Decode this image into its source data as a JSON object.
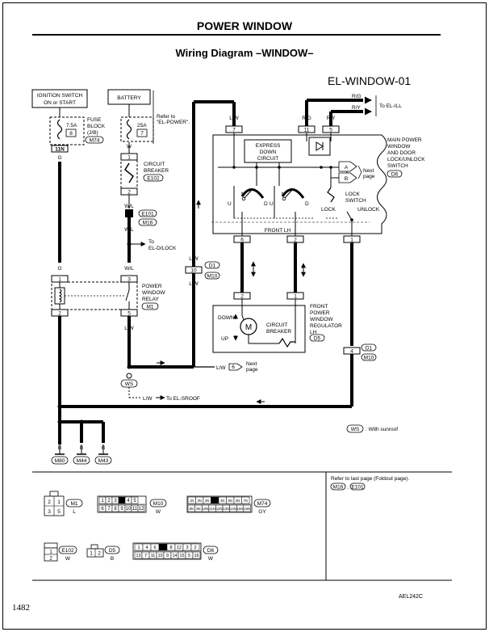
{
  "header": {
    "title": "POWER WINDOW",
    "subtitle": "Wiring Diagram –WINDOW–",
    "diagram_id": "EL-WINDOW-01"
  },
  "ignition": {
    "line1": "IGNITION SWITCH",
    "line2": "ON or START"
  },
  "battery": {
    "label": "BATTERY",
    "refer1": "Refer to",
    "refer2": "\"EL-POWER\"."
  },
  "fuse_block": {
    "l1": "FUSE",
    "l2": "BLOCK",
    "l3": "(J/B)",
    "fuse": "7.5A",
    "num": "8",
    "conn": "M74",
    "term": "11N"
  },
  "battery_fuse": {
    "rating": "25A",
    "num": "7"
  },
  "circuit_breaker": {
    "l1": "CIRCUIT",
    "l2": "BREAKER",
    "conn": "E102",
    "t1": "1",
    "t2": "2"
  },
  "relay": {
    "l1": "POWER",
    "l2": "WINDOW",
    "l3": "RELAY",
    "conn": "M1",
    "t1": "1",
    "t3": "3",
    "t2": "2",
    "t5": "5"
  },
  "main_switch": {
    "l1": "MAIN POWER",
    "l2": "WINDOW",
    "l3": "AND DOOR",
    "l4": "LOCK/UNLOCK",
    "l5": "SWITCH",
    "conn": "D6",
    "express1": "EXPRESS",
    "express2": "DOWN",
    "express3": "CIRCUIT",
    "lock1": "LOCK",
    "lock2": "SWITCH",
    "lock_pos": "LOCK",
    "unlock_pos": "UNLOCK",
    "front_lh": "FRONT LH",
    "next1": "Next",
    "next2": "page",
    "A": "A",
    "B": "B",
    "t7": "7",
    "t11": "11",
    "t5": "5",
    "t6": "6",
    "t2": "2",
    "t1": "1",
    "U": "U",
    "N": "N",
    "D": "D"
  },
  "regulator": {
    "l1": "FRONT",
    "l2": "POWER",
    "l3": "WINDOW",
    "l4": "REGULATOR",
    "l5": "LH",
    "conn": "D5",
    "down": "DOWN",
    "up": "UP",
    "cb1": "CIRCUIT",
    "cb2": "BREAKER",
    "motor": "M",
    "t2": "2",
    "t1": "1"
  },
  "wires": {
    "g": "G",
    "w": "W",
    "wl": "W/L",
    "lw": "L/W",
    "b": "B",
    "l": "L",
    "rg": "R/G",
    "ry": "R/Y",
    "to_el_ill": "To EL-ILL",
    "to_el_dlock": "EL-D/LOCK",
    "to_label": "To",
    "to_el_sroof": "To EL-SROOF",
    "next1": "Next",
    "next2": "page",
    "lw_mark": "6"
  },
  "connectors": {
    "e101": "E101",
    "m16": "M16",
    "d1": "D1",
    "m10": "M10",
    "t10": "10",
    "t4": "4",
    "ws": "WS",
    "m80": "M80",
    "m44": "M44",
    "m43": "M43"
  },
  "legend": {
    "ws": "WS",
    "ws_text": ": With sunroof",
    "refer": "Refer to last page (Foldout page).",
    "m16": "M16",
    "e101": "E101"
  },
  "views": {
    "m1": {
      "code": "M1",
      "color": "L",
      "cells": [
        "2",
        "1",
        "3",
        "5"
      ]
    },
    "m10": {
      "code": "M10",
      "color": "W",
      "row1": [
        "1",
        "2",
        "3",
        "",
        "4",
        "5"
      ],
      "row2": [
        "6",
        "7",
        "8",
        "9",
        "10",
        "11",
        "12"
      ]
    },
    "m74": {
      "code": "M74",
      "color": "GY",
      "row1": [
        "1N",
        "2N",
        "3N",
        "",
        "4N",
        "5N",
        "6N",
        "7N"
      ],
      "row2": [
        "8N",
        "9N",
        "10N",
        "11N",
        "12N",
        "13N",
        "14N",
        "15N",
        "16N"
      ]
    },
    "e102": {
      "code": "E102",
      "color": "W",
      "cells": [
        "1",
        "2"
      ]
    },
    "d5": {
      "code": "D5",
      "color": "B",
      "cells": [
        "1",
        "2"
      ]
    },
    "d6": {
      "code": "D6",
      "color": "W",
      "row1": [
        "1",
        "4",
        "6",
        "",
        "8",
        "12",
        "3",
        "2"
      ],
      "row2": [
        "13",
        "7",
        "11",
        "10",
        "9",
        "14",
        "15",
        "5",
        "16"
      ]
    }
  },
  "footer": {
    "page_number": "1482",
    "ref_code": "AEL242C"
  }
}
